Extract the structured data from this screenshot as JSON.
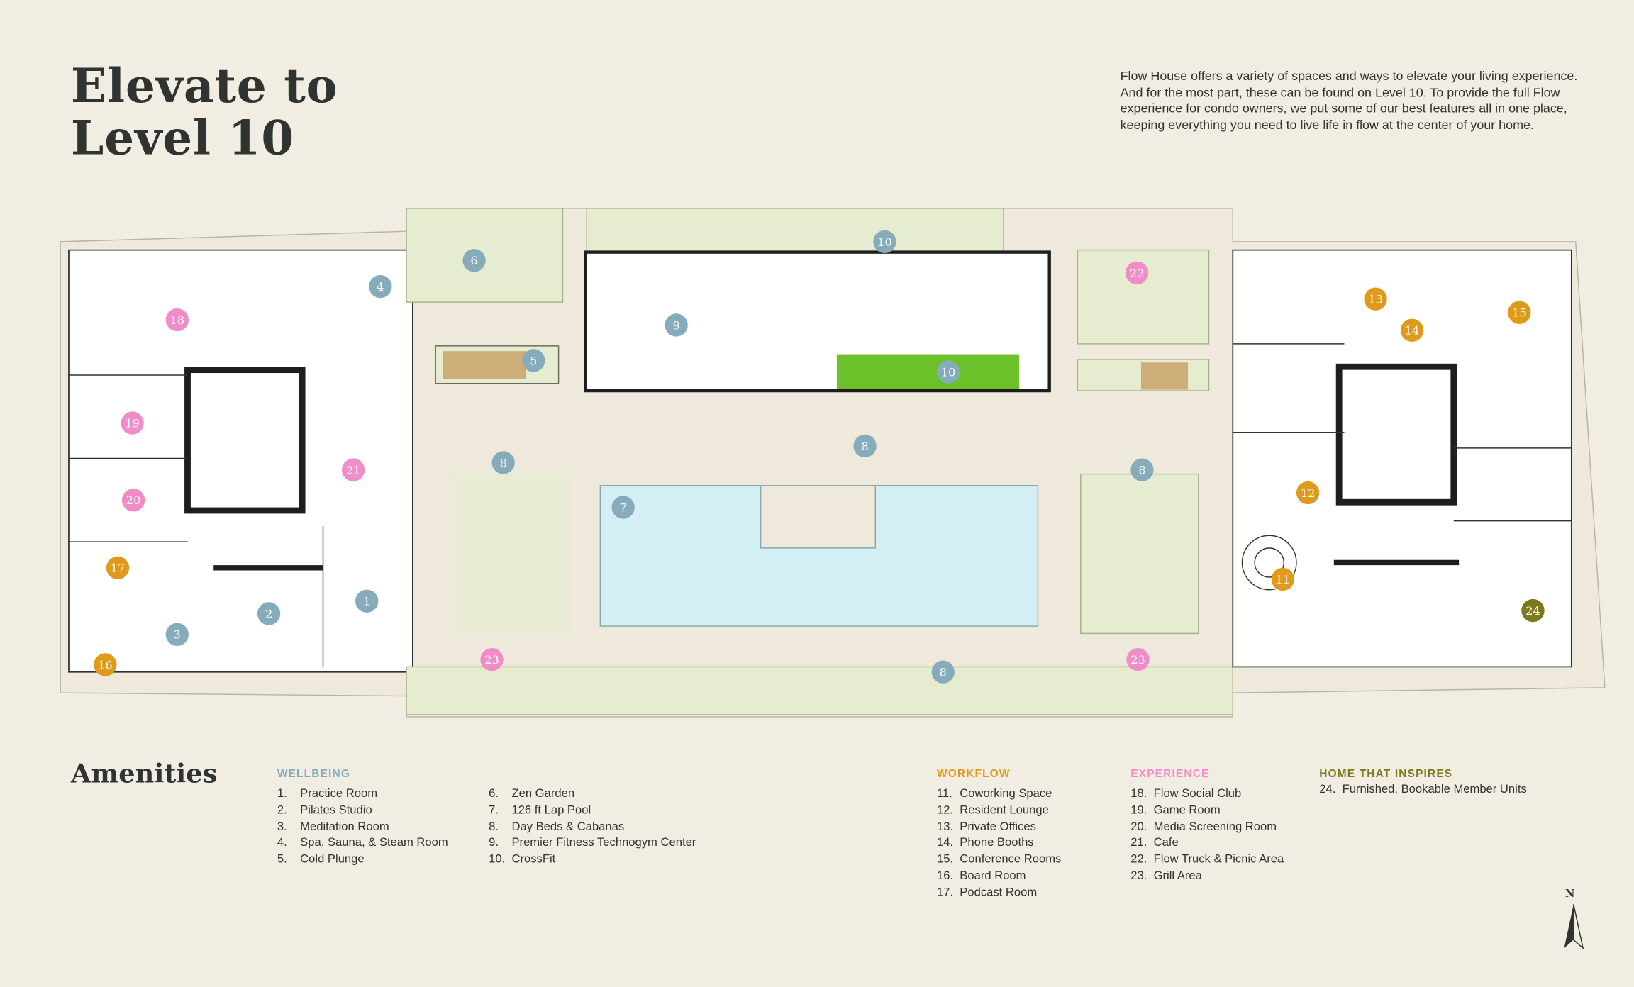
{
  "title": {
    "line1": "Elevate to",
    "line2": "Level 10"
  },
  "description": "Flow House offers a variety of spaces and ways to elevate your living experience. And for the most part, these can be found on Level 10. To provide the full Flow experience for condo owners, we put some of our best features all in one place, keeping everything you need to live life in flow at the center of your home.",
  "amenities_heading": "Amenities",
  "colors": {
    "background": "#f2ede2",
    "wellbeing": "#86abbb",
    "workflow": "#e09a1a",
    "experience": "#f08cc8",
    "home": "#7a7a1a",
    "pool": "#d4eff3",
    "lawn": "#e5eccf",
    "crossfit": "#6cc12b"
  },
  "categories": [
    {
      "key": "wellbeing",
      "name": "WELLBEING",
      "items": [
        {
          "num": "1.",
          "label": "Practice Room"
        },
        {
          "num": "2.",
          "label": "Pilates Studio"
        },
        {
          "num": "3.",
          "label": "Meditation Room"
        },
        {
          "num": "4.",
          "label": "Spa, Sauna, & Steam Room"
        },
        {
          "num": "5.",
          "label": "Cold Plunge"
        },
        {
          "num": "6.",
          "label": "Zen Garden"
        },
        {
          "num": "7.",
          "label": "126 ft Lap Pool"
        },
        {
          "num": "8.",
          "label": "Day Beds & Cabanas"
        },
        {
          "num": "9.",
          "label": "Premier Fitness Technogym Center"
        },
        {
          "num": "10.",
          "label": "CrossFit"
        }
      ]
    },
    {
      "key": "workflow",
      "name": "WORKFLOW",
      "items": [
        {
          "num": "11.",
          "label": "Coworking Space"
        },
        {
          "num": "12.",
          "label": "Resident Lounge"
        },
        {
          "num": "13.",
          "label": "Private Offices"
        },
        {
          "num": "14.",
          "label": "Phone Booths"
        },
        {
          "num": "15.",
          "label": "Conference Rooms"
        },
        {
          "num": "16.",
          "label": "Board Room"
        },
        {
          "num": "17.",
          "label": "Podcast Room"
        }
      ]
    },
    {
      "key": "experience",
      "name": "EXPERIENCE",
      "items": [
        {
          "num": "18.",
          "label": "Flow Social Club"
        },
        {
          "num": "19.",
          "label": "Game Room"
        },
        {
          "num": "20.",
          "label": "Media Screening Room"
        },
        {
          "num": "21.",
          "label": "Cafe"
        },
        {
          "num": "22.",
          "label": "Flow Truck & Picnic Area"
        },
        {
          "num": "23.",
          "label": "Grill Area"
        }
      ]
    },
    {
      "key": "home",
      "name": "HOME THAT INSPIRES",
      "items": [
        {
          "num": "24.",
          "label": "Furnished, Bookable Member Units"
        }
      ]
    }
  ],
  "map_markers": [
    {
      "label": "1",
      "category": "wellbeing"
    },
    {
      "label": "2",
      "category": "wellbeing"
    },
    {
      "label": "3",
      "category": "wellbeing"
    },
    {
      "label": "4",
      "category": "wellbeing"
    },
    {
      "label": "5",
      "category": "wellbeing"
    },
    {
      "label": "6",
      "category": "wellbeing"
    },
    {
      "label": "7",
      "category": "wellbeing"
    },
    {
      "label": "8",
      "category": "wellbeing"
    },
    {
      "label": "8",
      "category": "wellbeing"
    },
    {
      "label": "8",
      "category": "wellbeing"
    },
    {
      "label": "8",
      "category": "wellbeing"
    },
    {
      "label": "9",
      "category": "wellbeing"
    },
    {
      "label": "10",
      "category": "wellbeing"
    },
    {
      "label": "10",
      "category": "wellbeing"
    },
    {
      "label": "11",
      "category": "workflow"
    },
    {
      "label": "12",
      "category": "workflow"
    },
    {
      "label": "13",
      "category": "workflow"
    },
    {
      "label": "14",
      "category": "workflow"
    },
    {
      "label": "15",
      "category": "workflow"
    },
    {
      "label": "16",
      "category": "workflow"
    },
    {
      "label": "17",
      "category": "workflow"
    },
    {
      "label": "18",
      "category": "experience"
    },
    {
      "label": "19",
      "category": "experience"
    },
    {
      "label": "20",
      "category": "experience"
    },
    {
      "label": "21",
      "category": "experience"
    },
    {
      "label": "22",
      "category": "experience"
    },
    {
      "label": "23",
      "category": "experience"
    },
    {
      "label": "23",
      "category": "experience"
    },
    {
      "label": "24",
      "category": "home"
    }
  ],
  "compass": {
    "label": "N"
  }
}
